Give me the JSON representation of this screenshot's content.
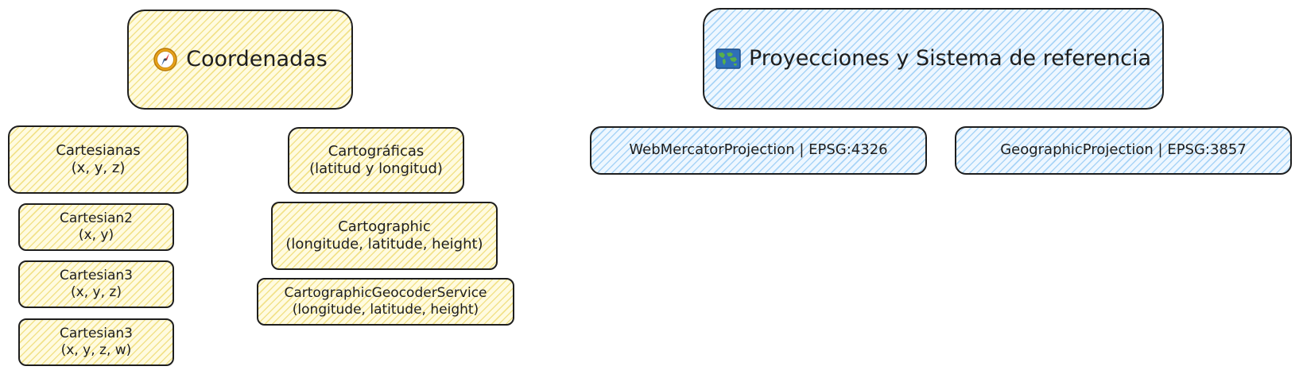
{
  "coordenadas": {
    "icon": "compass-icon",
    "title": "Coordenadas",
    "color": "#f2e28a"
  },
  "cartesianas": {
    "line1": "Cartesianas",
    "line2": "(x, y, z)",
    "children": [
      {
        "name": "Cartesian2",
        "params": "(x, y)"
      },
      {
        "name": "Cartesian3",
        "params": "(x, y, z)"
      },
      {
        "name": "Cartesian3",
        "params": "(x, y, z, w)"
      }
    ]
  },
  "cartograficas": {
    "line1": "Cartográficas",
    "line2": "(latitud y longitud)",
    "children": [
      {
        "name": "Cartographic",
        "params": "(longitude, latitude, height)"
      },
      {
        "name": "CartographicGeocoderService",
        "params": "(longitude, latitude, height)"
      }
    ]
  },
  "proyecciones": {
    "icon": "world-map-icon",
    "title": "Proyecciones y Sistema de referencia",
    "color": "#a8d4f7",
    "children": [
      {
        "label": "WebMercatorProjection | EPSG:4326"
      },
      {
        "label": "GeographicProjection | EPSG:3857"
      }
    ]
  }
}
